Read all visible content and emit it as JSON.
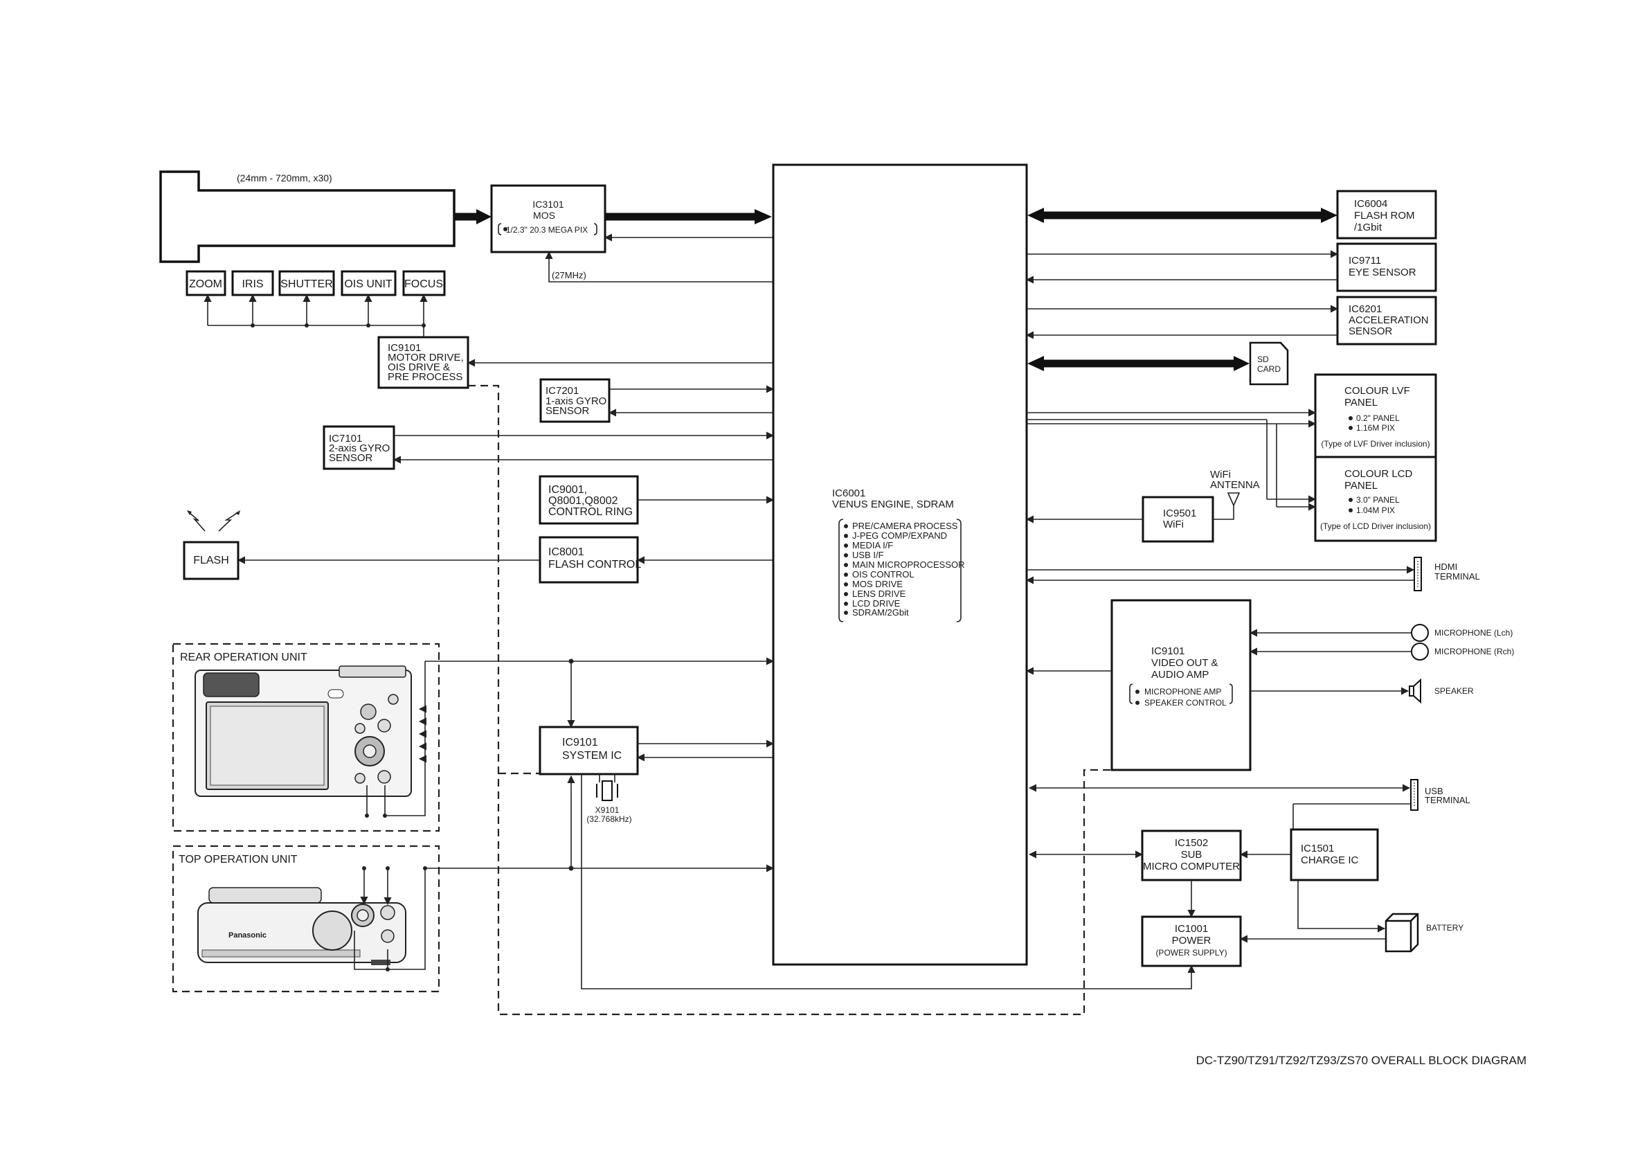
{
  "title": "DC-TZ90/TZ91/TZ92/TZ93/ZS70  OVERALL BLOCK DIAGRAM",
  "lens": {
    "spec": "(24mm - 720mm, x30)"
  },
  "lens_units": [
    "ZOOM",
    "IRIS",
    "SHUTTER",
    "OIS UNIT",
    "FOCUS"
  ],
  "ic3101": {
    "l1": "IC3101",
    "l2": "MOS",
    "l3": "1/2.3\" 20.3 MEGA PIX"
  },
  "clock_label": "(27MHz)",
  "motor": {
    "l1": "IC9101",
    "l2": "MOTOR DRIVE,",
    "l3": "OIS DRIVE &",
    "l4": "PRE PROCESS"
  },
  "gyro1": {
    "l1": "IC7201",
    "l2": "1-axis GYRO",
    "l3": "SENSOR"
  },
  "gyro2": {
    "l1": "IC7101",
    "l2": "2-axis GYRO",
    "l3": "SENSOR"
  },
  "ctrl_ring": {
    "l1": "IC9001,",
    "l2": "Q8001,Q8002",
    "l3": "CONTROL RING"
  },
  "flash_ctrl": {
    "l1": "IC8001",
    "l2": "FLASH CONTROL"
  },
  "flash": "FLASH",
  "rear_unit": "REAR OPERATION UNIT",
  "top_unit": "TOP OPERATION UNIT",
  "camera_brand": "Panasonic",
  "system_ic": {
    "l1": "IC9101",
    "l2": "SYSTEM IC"
  },
  "crystal": {
    "l1": "X9101",
    "l2": "(32.768kHz)"
  },
  "venus": {
    "l1": "IC6001",
    "l2": "VENUS ENGINE, SDRAM",
    "items": [
      "PRE/CAMERA PROCESS",
      "J-PEG COMP/EXPAND",
      "MEDIA I/F",
      "USB I/F",
      "MAIN MICROPROCESSOR",
      "OIS CONTROL",
      "MOS DRIVE",
      "LENS DRIVE",
      "LCD DRIVE",
      "SDRAM/2Gbit"
    ]
  },
  "flash_rom": {
    "l1": "IC6004",
    "l2": "FLASH ROM",
    "l3": "/1Gbit"
  },
  "eye_sensor": {
    "l1": "IC9711",
    "l2": "EYE SENSOR"
  },
  "accel": {
    "l1": "IC6201",
    "l2": "ACCELERATION",
    "l3": "SENSOR"
  },
  "sd_card": {
    "l1": "SD",
    "l2": "CARD"
  },
  "lvf": {
    "l1": "COLOUR LVF",
    "l2": "PANEL",
    "l3": "0.2\" PANEL",
    "l4": "1.16M PIX",
    "l5": "(Type of LVF Driver inclusion)"
  },
  "lcd": {
    "l1": "COLOUR LCD",
    "l2": "PANEL",
    "l3": "3.0\" PANEL",
    "l4": "1.04M PIX",
    "l5": "(Type of LCD Driver inclusion)"
  },
  "wifi_antenna": {
    "l1": "WiFi",
    "l2": "ANTENNA"
  },
  "wifi": {
    "l1": "IC9501",
    "l2": "WiFi"
  },
  "hdmi": {
    "l1": "HDMI",
    "l2": "TERMINAL"
  },
  "video": {
    "l1": "IC9101",
    "l2": "VIDEO OUT &",
    "l3": "AUDIO AMP",
    "l4": "MICROPHONE AMP",
    "l5": "SPEAKER CONTROL"
  },
  "mic_l": "MICROPHONE (Lch)",
  "mic_r": "MICROPHONE (Rch)",
  "speaker": "SPEAKER",
  "usb": {
    "l1": "USB",
    "l2": "TERMINAL"
  },
  "sub_micro": {
    "l1": "IC1502",
    "l2": "SUB",
    "l3": "MICRO COMPUTER"
  },
  "charge": {
    "l1": "IC1501",
    "l2": "CHARGE IC"
  },
  "power": {
    "l1": "IC1001",
    "l2": "POWER",
    "l3": "(POWER SUPPLY)"
  },
  "battery": "BATTERY"
}
